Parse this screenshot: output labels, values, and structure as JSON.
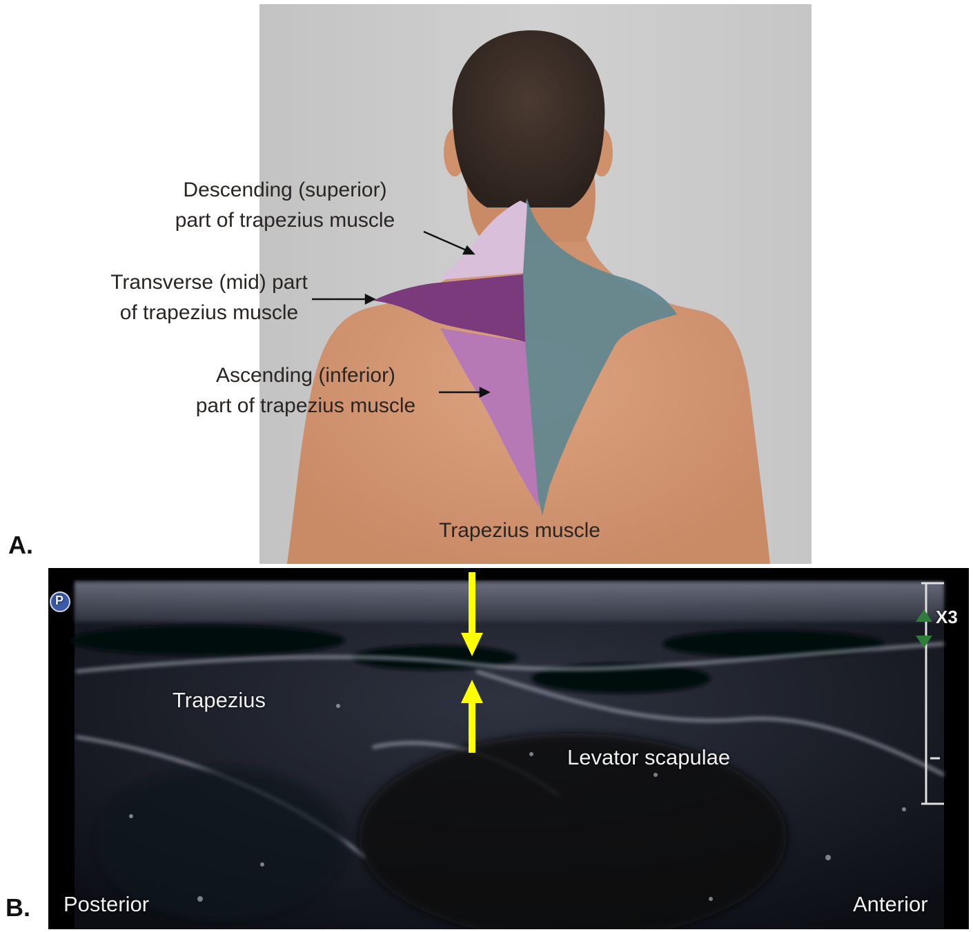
{
  "panel_a": {
    "letter": "A.",
    "labels": {
      "descending": [
        "Descending (superior)",
        "part of trapezius muscle"
      ],
      "transverse": [
        "Transverse (mid) part",
        "of trapezius muscle"
      ],
      "ascending": [
        "Ascending (inferior)",
        "part of trapezius muscle"
      ],
      "whole": "Trapezius muscle"
    },
    "colors": {
      "descending": "#d9bfd9",
      "transverse": "#7a3a7c",
      "ascending": "#b778b6",
      "whole": "#5f8790",
      "skin": "#d89c79",
      "hair": "#3a2d27",
      "background": "#c9c9c9"
    }
  },
  "panel_b": {
    "letter": "B.",
    "labels": {
      "trapezius": "Trapezius",
      "levator": "Levator scapulae",
      "posterior": "Posterior",
      "anterior": "Anterior",
      "zoom": "X3",
      "probe": "P"
    },
    "colors": {
      "arrows": "#ffff00",
      "zoom_arrows": "#2e7d3a"
    }
  }
}
